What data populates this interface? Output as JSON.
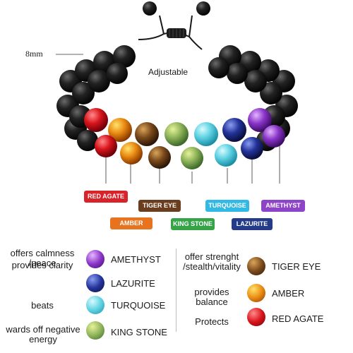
{
  "annotations": {
    "size": "8mm",
    "adjustable": "Adjustable"
  },
  "tags": [
    {
      "id": "red-agate",
      "label": "RED AGATE",
      "color": "#d9232a"
    },
    {
      "id": "amber",
      "label": "AMBER",
      "color": "#e8731f"
    },
    {
      "id": "tiger-eye",
      "label": "TIGER EYE",
      "color": "#6a3d1e"
    },
    {
      "id": "king-stone",
      "label": "KING STONE",
      "color": "#35a347"
    },
    {
      "id": "turquoise",
      "label": "TURQUOISE",
      "color": "#31b8e3"
    },
    {
      "id": "lazurite",
      "label": "LAZURITE",
      "color": "#243b8a"
    },
    {
      "id": "amethyst",
      "label": "AMETHYST",
      "color": "#8e44c7"
    }
  ],
  "legend": {
    "left": [
      {
        "desc": "offers calmness\n/peace",
        "stone": "AMETHYST"
      },
      {
        "desc": "provides clarity",
        "stone": "LAZURITE"
      },
      {
        "desc": "beats",
        "stone": "TURQUOISE"
      },
      {
        "desc": "wards off negative\nenergy",
        "stone": "KING STONE"
      }
    ],
    "right": [
      {
        "desc": "offer strenght\n/stealth/vitality",
        "stone": "TIGER EYE"
      },
      {
        "desc": "provides\nbalance",
        "stone": "AMBER"
      },
      {
        "desc": "Protects",
        "stone": "RED AGATE"
      }
    ]
  }
}
